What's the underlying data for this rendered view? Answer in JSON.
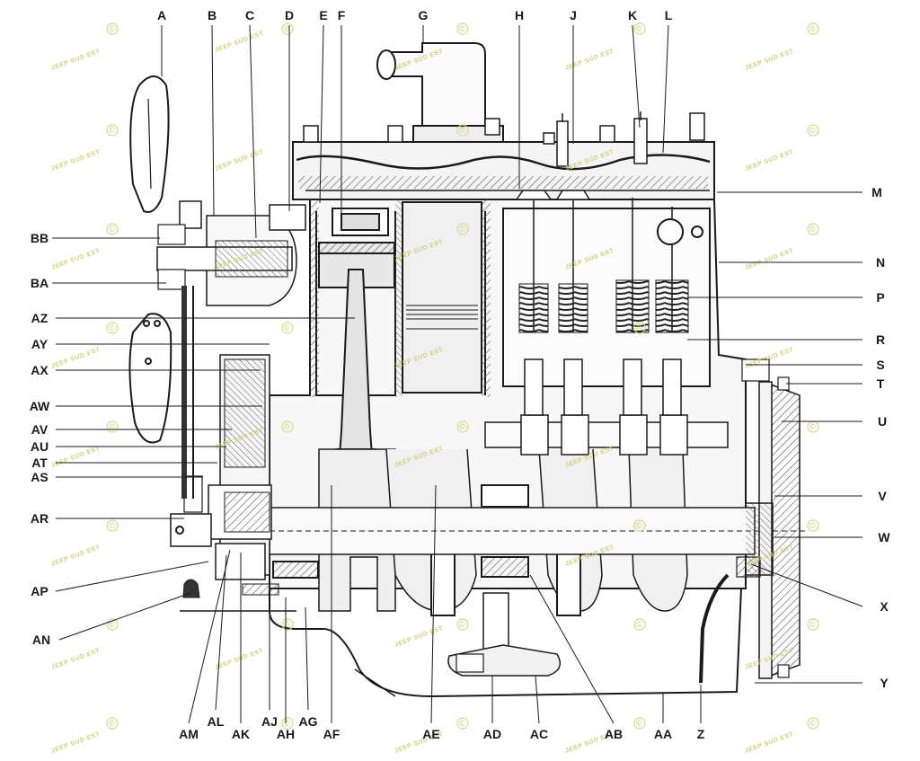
{
  "watermark": {
    "text": "JEEP SUD EST",
    "symbol": "©"
  },
  "colors": {
    "ink": "#1a1a1a",
    "hatch": "#444444",
    "watermark": "#cfcf7a",
    "paper": "#ffffff"
  },
  "labels": {
    "top": [
      "A",
      "B",
      "C",
      "D",
      "E",
      "F",
      "G",
      "H",
      "J",
      "K",
      "L"
    ],
    "left": [
      "BB",
      "BA",
      "AZ",
      "AY",
      "AX",
      "AW",
      "AV",
      "AU",
      "AT",
      "AS",
      "AR",
      "AP",
      "AN"
    ],
    "right": [
      "M",
      "N",
      "P",
      "R",
      "S",
      "T",
      "U",
      "V",
      "W",
      "X",
      "Y"
    ],
    "bottom": [
      "AM",
      "AL",
      "AK",
      "AJ",
      "AH",
      "AG",
      "AF",
      "AE",
      "AD",
      "AC",
      "AB",
      "AA",
      "Z"
    ]
  }
}
